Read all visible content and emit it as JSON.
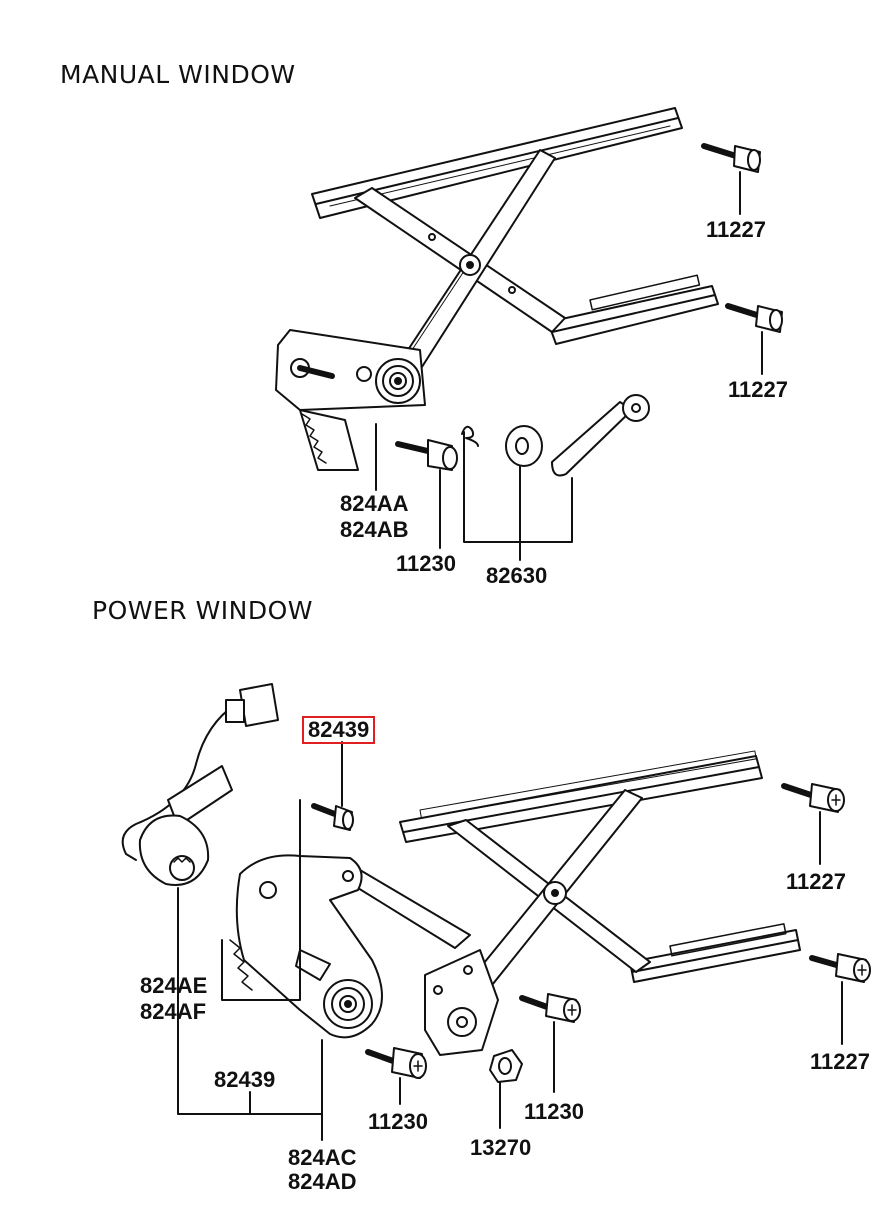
{
  "sections": {
    "manual_title": "MANUAL WINDOW",
    "power_title": "POWER WINDOW"
  },
  "manual": {
    "bolt_upper": "11227",
    "bolt_lower": "11227",
    "regulator_a": "824AA",
    "regulator_b": "824AB",
    "screw": "11230",
    "handle_set": "82630"
  },
  "power": {
    "highlighted": "82439",
    "bolt_upper": "11227",
    "bolt_lower": "11227",
    "motor_a": "824AE",
    "motor_b": "824AF",
    "assembly_parent": "82439",
    "regulator_a": "824AC",
    "regulator_b": "824AD",
    "screw_left": "11230",
    "screw_right": "11230",
    "nut": "13270"
  },
  "colors": {
    "line": "#111111",
    "highlight": "#e02020"
  }
}
